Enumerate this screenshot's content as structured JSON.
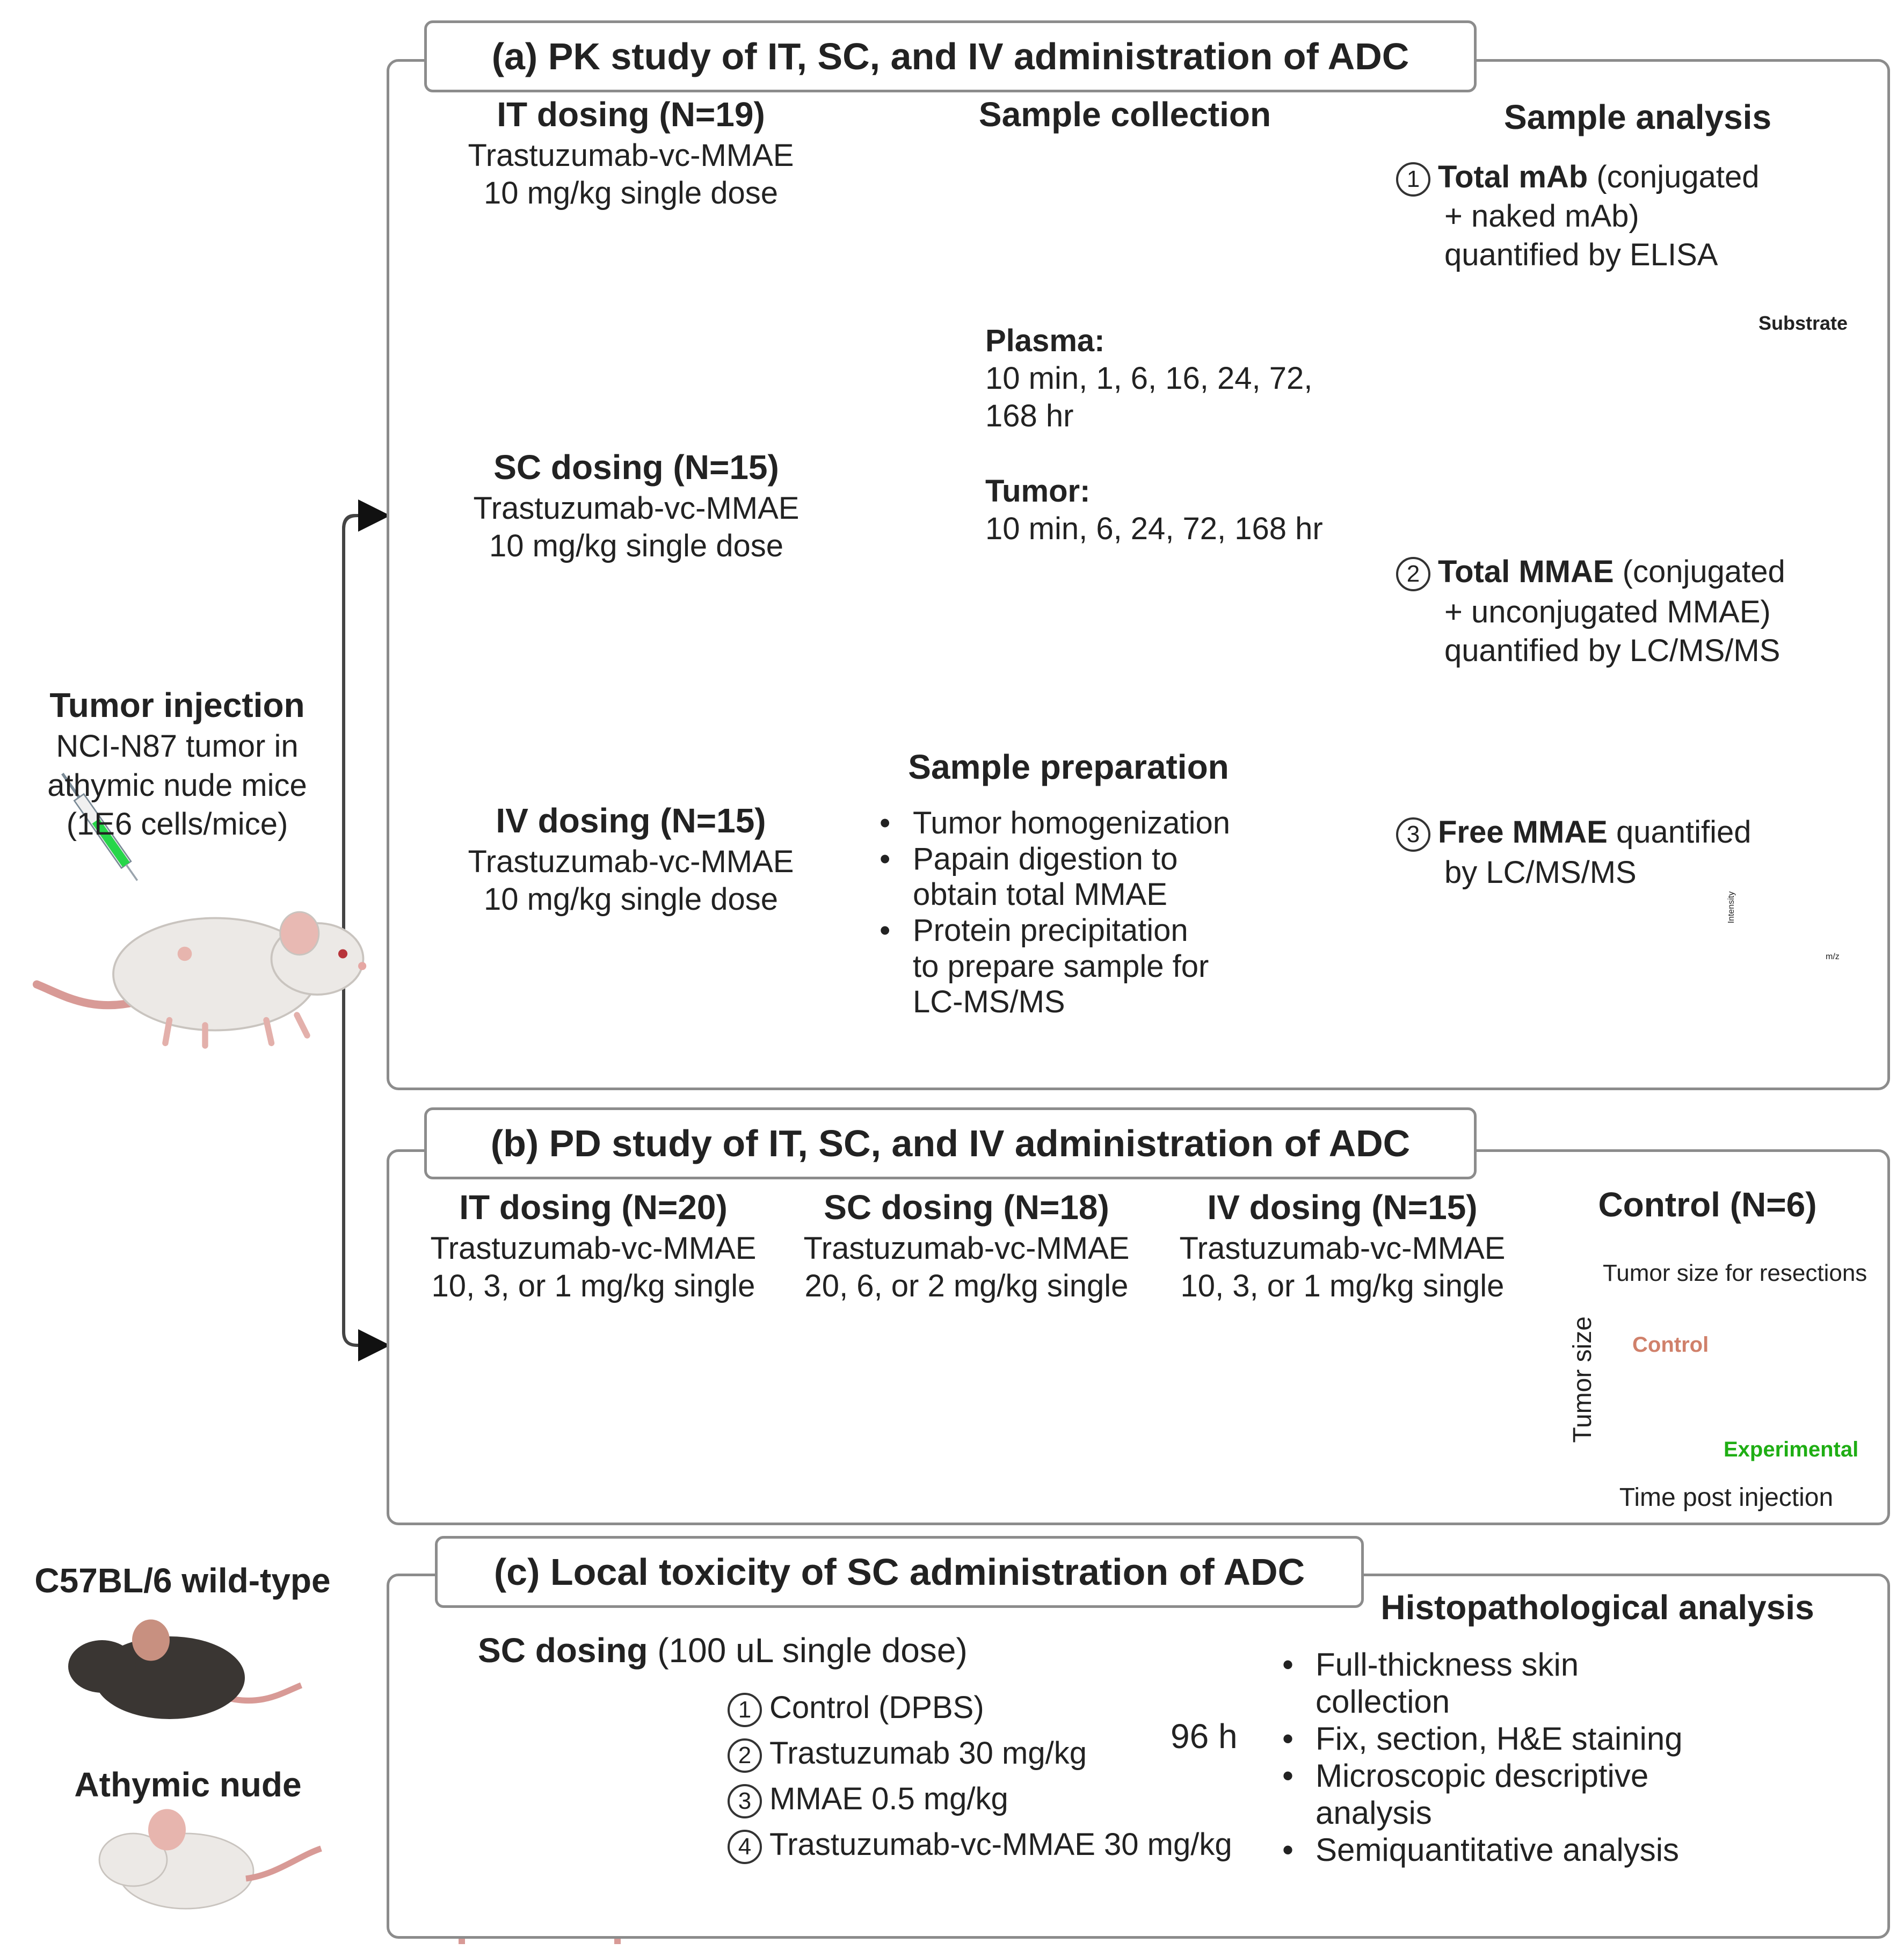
{
  "tumor_injection": {
    "title": "Tumor injection",
    "line1": "NCI-N87 tumor in",
    "line2": "athymic nude mice",
    "line3": "(1E6 cells/mice)"
  },
  "panel_a": {
    "title": "(a) PK study of IT, SC, and IV administration of ADC",
    "it": {
      "title": "IT dosing (N=19)",
      "drug": "Trastuzumab-vc-MMAE",
      "dose": "10 mg/kg single dose"
    },
    "sc": {
      "title": "SC dosing (N=15)",
      "drug": "Trastuzumab-vc-MMAE",
      "dose": "10 mg/kg single dose"
    },
    "iv": {
      "title": "IV dosing (N=15)",
      "drug": "Trastuzumab-vc-MMAE",
      "dose": "10 mg/kg single dose"
    },
    "collection": {
      "title": "Sample collection",
      "plasma_label": "Plasma:",
      "plasma_line1": "10 min, 1, 6, 16, 24, 72,",
      "plasma_line2": "168 hr",
      "tumor_label": "Tumor:",
      "tumor_line1": "10 min, 6, 24, 72, 168 hr"
    },
    "preparation": {
      "title": "Sample preparation",
      "b1": "Tumor homogenization",
      "b2a": "Papain digestion to",
      "b2b": "obtain total MMAE",
      "b3a": "Protein precipitation",
      "b3b": "to prepare sample for",
      "b3c": "LC-MS/MS"
    },
    "analysis": {
      "title": "Sample analysis",
      "n1": "1",
      "a1_bold": "Total mAb",
      "a1_rest": " (conjugated",
      "a1_line2": "+ naked mAb)",
      "a1_line3": "quantified by ELISA",
      "substrate": "Substrate",
      "n2": "2",
      "a2_bold": "Total MMAE",
      "a2_rest": " (conjugated",
      "a2_line2": "+ unconjugated MMAE)",
      "a2_line3": "quantified by LC/MS/MS",
      "n3": "3",
      "a3_bold": "Free MMAE",
      "a3_rest": " quantified",
      "a3_line2": "by LC/MS/MS",
      "ms_ylabel": "Intensity",
      "ms_xlabel": "m/z"
    }
  },
  "panel_b": {
    "title": "(b) PD study of IT, SC, and IV administration of ADC",
    "it": {
      "title": "IT dosing (N=20)",
      "drug": "Trastuzumab-vc-MMAE",
      "dose": "10, 3, or 1 mg/kg single"
    },
    "sc": {
      "title": "SC dosing (N=18)",
      "drug": "Trastuzumab-vc-MMAE",
      "dose": "20, 6, or 2 mg/kg single"
    },
    "iv": {
      "title": "IV dosing (N=15)",
      "drug": "Trastuzumab-vc-MMAE",
      "dose": "10, 3, or 1 mg/kg single"
    },
    "control_title": "Control (N=6)",
    "chart": {
      "threshold_label": "Tumor size for resections",
      "ylabel": "Tumor size",
      "xlabel": "Time post injection",
      "control_label": "Control",
      "experimental_label": "Experimental",
      "control_color": "#d0806a",
      "experimental_color": "#1fae14"
    }
  },
  "panel_c": {
    "title": "(c) Local toxicity of SC administration of ADC",
    "c57": "C57BL/6 wild-type",
    "nude": "Athymic nude",
    "sc_bold": "SC dosing",
    "sc_rest": " (100 uL single dose)",
    "items": [
      {
        "n": "1",
        "label": "Control (DPBS)"
      },
      {
        "n": "2",
        "label": "Trastuzumab 30 mg/kg"
      },
      {
        "n": "3",
        "label": "MMAE 0.5 mg/kg"
      },
      {
        "n": "4",
        "label": "Trastuzumab-vc-MMAE 30 mg/kg"
      }
    ],
    "time": "96 h",
    "histo": {
      "title": "Histopathological analysis",
      "b1a": "Full-thickness skin",
      "b1b": "collection",
      "b2": "Fix, section, H&E staining",
      "b3a": "Microscopic descriptive",
      "b3b": "analysis",
      "b4": "Semiquantitative analysis"
    }
  },
  "colors": {
    "frame": "#8c8c8c",
    "mouse_white": "#ece9e6",
    "mouse_dark": "#3a3633",
    "tail": "#d89a96",
    "tumor": "#e7b5ae",
    "antibody_blue": "#2f63b8",
    "mmae_red": "#c8102e"
  }
}
